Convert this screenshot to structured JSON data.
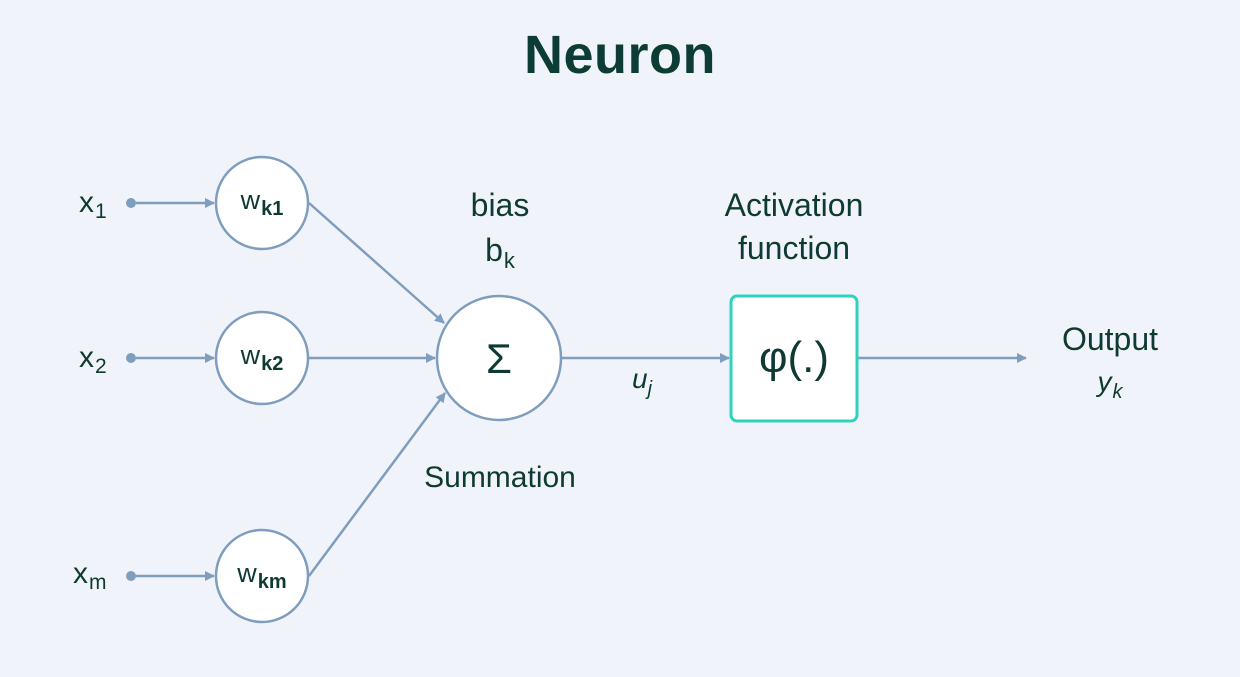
{
  "title": "Neuron",
  "inputs": [
    {
      "base": "x",
      "sub": "1"
    },
    {
      "base": "x",
      "sub": "2"
    },
    {
      "base": "x",
      "sub": "m"
    }
  ],
  "weights": [
    {
      "base": "w",
      "sub": "k1"
    },
    {
      "base": "w",
      "sub": "k2"
    },
    {
      "base": "w",
      "sub": "km"
    }
  ],
  "bias": {
    "label": "bias",
    "symbol_base": "b",
    "symbol_sub": "k"
  },
  "summation": {
    "symbol": "Σ",
    "label": "Summation"
  },
  "intermediate": {
    "base": "u",
    "sub": "j"
  },
  "activation": {
    "line1": "Activation",
    "line2": "function",
    "symbol": "φ(.)"
  },
  "output": {
    "label": "Output",
    "base": "y",
    "sub": "k"
  },
  "colors": {
    "background": "#f0f4fa",
    "text": "#0f3a34",
    "arrow": "#7f9dbd",
    "node_stroke": "#7f9dbd",
    "activation_stroke": "#2ed3c0"
  }
}
